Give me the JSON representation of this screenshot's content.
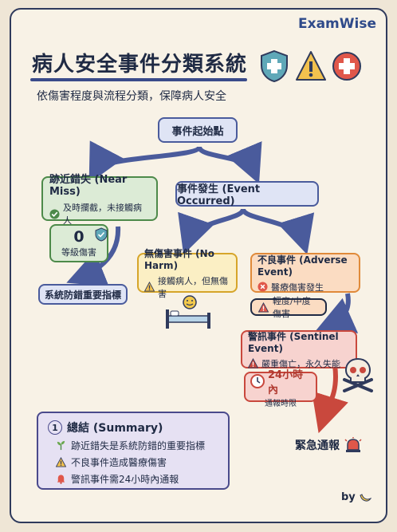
{
  "brand": "ExamWise",
  "title": "病人安全事件分類系統",
  "subtitle": "依傷害程度與流程分類，保障病人安全",
  "start": "事件起始點",
  "near_miss": {
    "title": "跡近錯失 (Near Miss)",
    "detail": "及時攔截，未接觸病人",
    "level_value": "0",
    "level_label": "等級傷害",
    "outcome": "系統防錯重要指標"
  },
  "event": {
    "title": "事件發生 (Event Occurred)"
  },
  "no_harm": {
    "title": "無傷害事件 (No Harm)",
    "detail": "接觸病人，但無傷害"
  },
  "adverse": {
    "title": "不良事件 (Adverse Event)",
    "detail": "醫療傷害發生",
    "severity": "輕度/中度傷害"
  },
  "sentinel": {
    "title": "警訊事件 (Sentinel Event)",
    "detail": "嚴重傷亡，永久失能",
    "hours": "24小時內",
    "hours_label": "通報時限",
    "urgent": "緊急通報"
  },
  "summary": {
    "badge": "1",
    "title": "總結 (Summary)",
    "items": [
      "跡近錯失是系統防錯的重要指標",
      "不良事件造成醫療傷害",
      "警訊事件需24小時內通報"
    ]
  },
  "footer": {
    "by": "by"
  },
  "colors": {
    "navy": "#2f3a5c",
    "green": "#4d8a4a",
    "yellow": "#d6a52a",
    "orange": "#e08a3a",
    "red": "#c9483d"
  }
}
